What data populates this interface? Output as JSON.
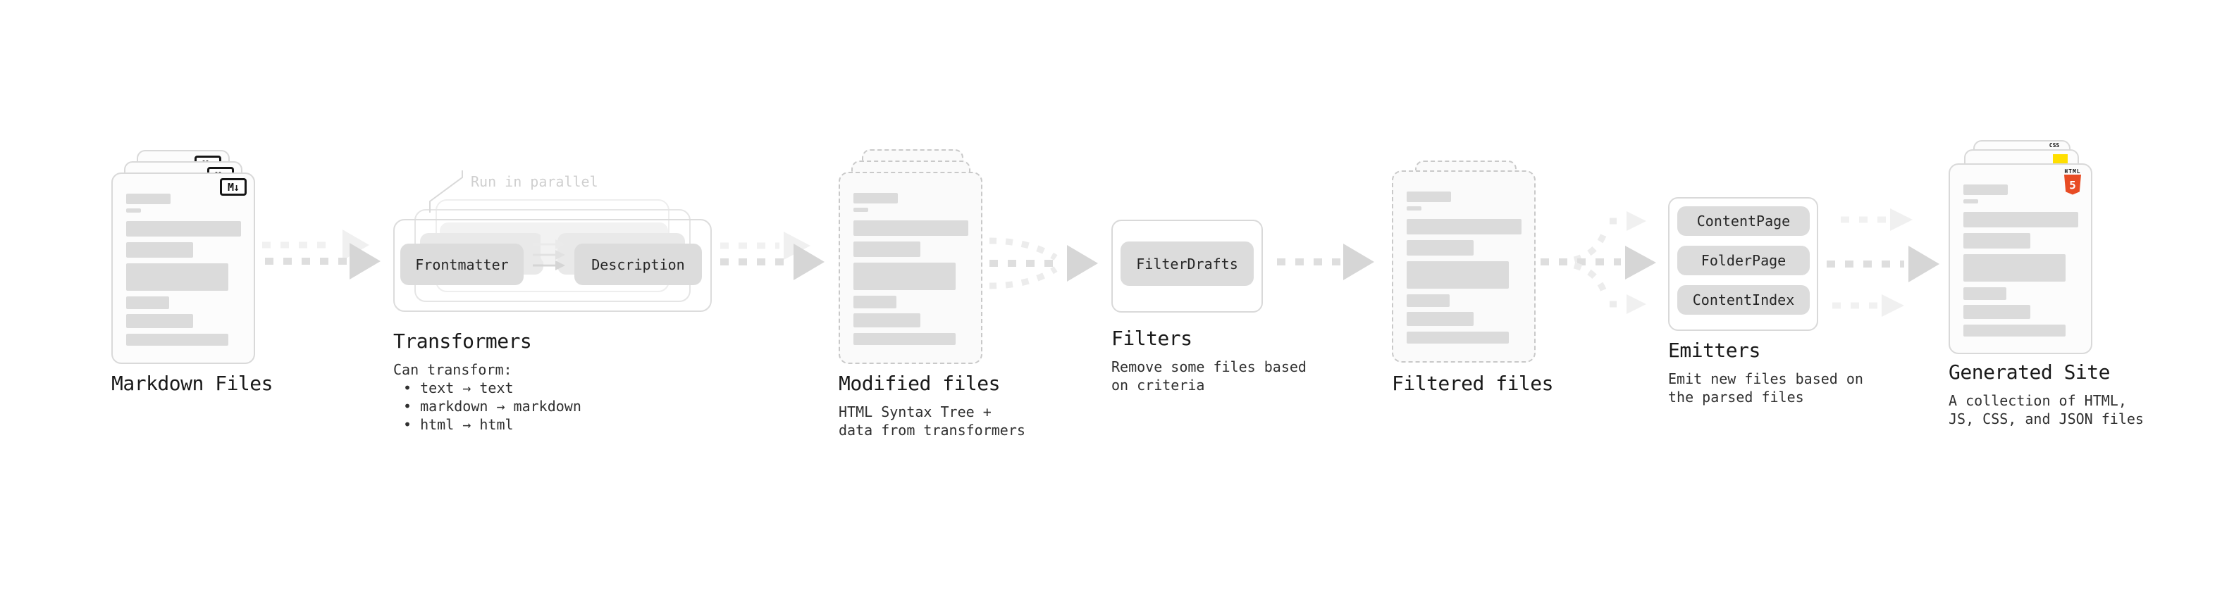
{
  "stages": {
    "markdown": {
      "title": "Markdown Files"
    },
    "transformers": {
      "title": "Transformers",
      "annotation": "Run in parallel",
      "operations": [
        "Frontmatter",
        "Description"
      ],
      "desc": [
        "Can transform:",
        "• text → text",
        "• markdown → markdown",
        "• html → html"
      ]
    },
    "modified": {
      "title": "Modified files",
      "desc": [
        "HTML Syntax Tree +",
        "data from transformers"
      ]
    },
    "filters": {
      "title": "Filters",
      "operations": [
        "FilterDrafts"
      ],
      "desc": [
        "Remove some files based",
        "on criteria"
      ]
    },
    "filtered": {
      "title": "Filtered files"
    },
    "emitters": {
      "title": "Emitters",
      "operations": [
        "ContentPage",
        "FolderPage",
        "ContentIndex"
      ],
      "desc": [
        "Emit new files based on",
        "the parsed files"
      ]
    },
    "generated": {
      "title": "Generated Site",
      "desc": [
        "A collection of HTML,",
        "JS, CSS, and JSON files"
      ]
    }
  },
  "file_icons": {
    "markdown_label": "M↓",
    "html5_label": "HTML",
    "html5_number": "5",
    "css_label": "CSS",
    "html5_color": "#e84c24",
    "js_color": "#ffdf00",
    "css_underline_color": "#2f6bff"
  }
}
